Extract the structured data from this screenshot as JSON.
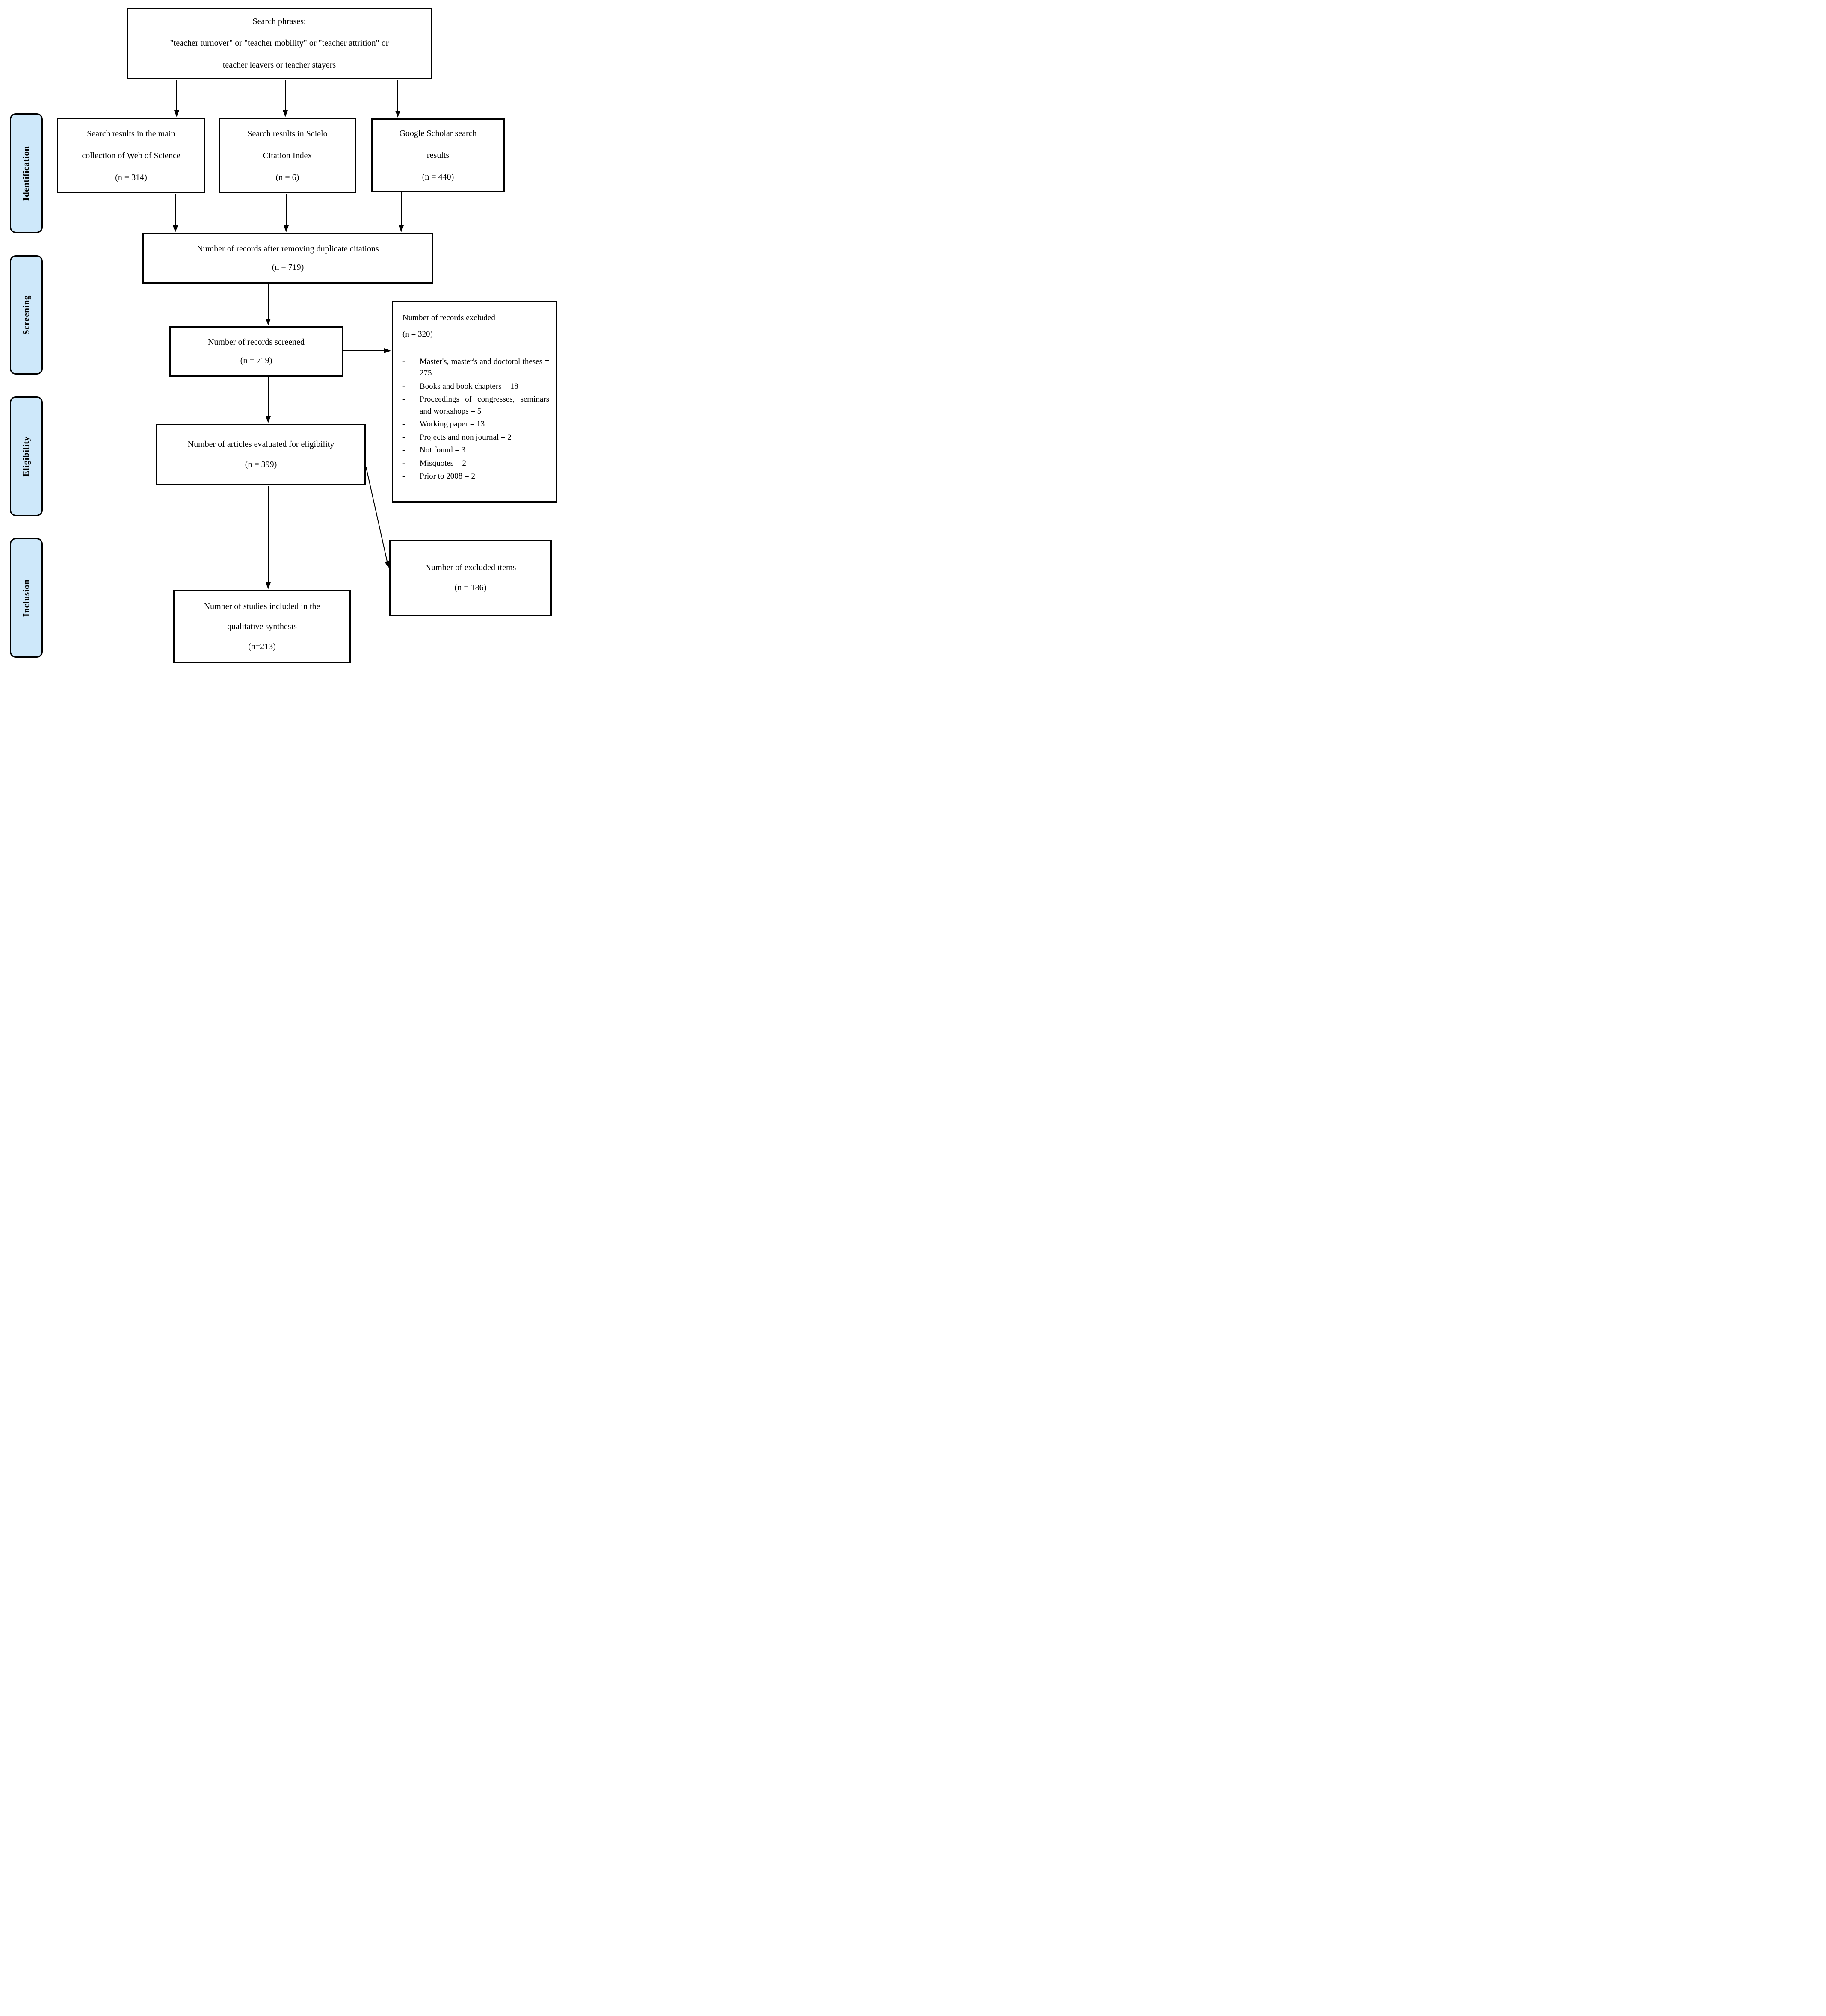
{
  "diagram_type": "prisma-flow-diagram",
  "colors": {
    "stage_fill": "#cee8fa",
    "border": "#000000",
    "background": "#ffffff",
    "text": "#000000"
  },
  "stage_labels": {
    "identification": "Identification",
    "screening": "Screening",
    "eligibility": "Eligibility",
    "inclusion": "Inclusion"
  },
  "boxes": {
    "search_phrases": {
      "lines": [
        "Search phrases:",
        "\"teacher turnover\" or \"teacher mobility\" or \"teacher attrition\" or",
        "teacher leavers or teacher stayers"
      ]
    },
    "web_of_science": {
      "lines": [
        "Search results in the main",
        "collection of Web of Science",
        "(n = 314)"
      ]
    },
    "scielo": {
      "lines": [
        "Search results in Scielo",
        "Citation Index",
        "(n = 6)"
      ]
    },
    "google_scholar": {
      "lines": [
        "Google Scholar search",
        "results",
        "(n = 440)"
      ]
    },
    "duplicates_removed": {
      "lines": [
        "Number of records after removing duplicate citations",
        "(n = 719)"
      ]
    },
    "records_screened": {
      "lines": [
        "Number of records screened",
        "(n = 719)"
      ]
    },
    "records_excluded": {
      "heading": "Number of records excluded",
      "count": "(n = 320)",
      "items": [
        "Master's, master's and doctoral theses = 275",
        "Books and book chapters = 18",
        "Proceedings of congresses, seminars and workshops = 5",
        "Working paper = 13",
        "Projects and non journal = 2",
        "Not found = 3",
        "Misquotes = 2",
        "Prior to 2008 = 2"
      ]
    },
    "articles_evaluated": {
      "lines": [
        "Number of articles evaluated for eligibility",
        "(n = 399)"
      ]
    },
    "excluded_items": {
      "lines": [
        "Number of excluded items",
        "(n = 186)"
      ]
    },
    "studies_included": {
      "lines": [
        "Number of studies included in the",
        "qualitative synthesis",
        "(n=213)"
      ]
    }
  }
}
